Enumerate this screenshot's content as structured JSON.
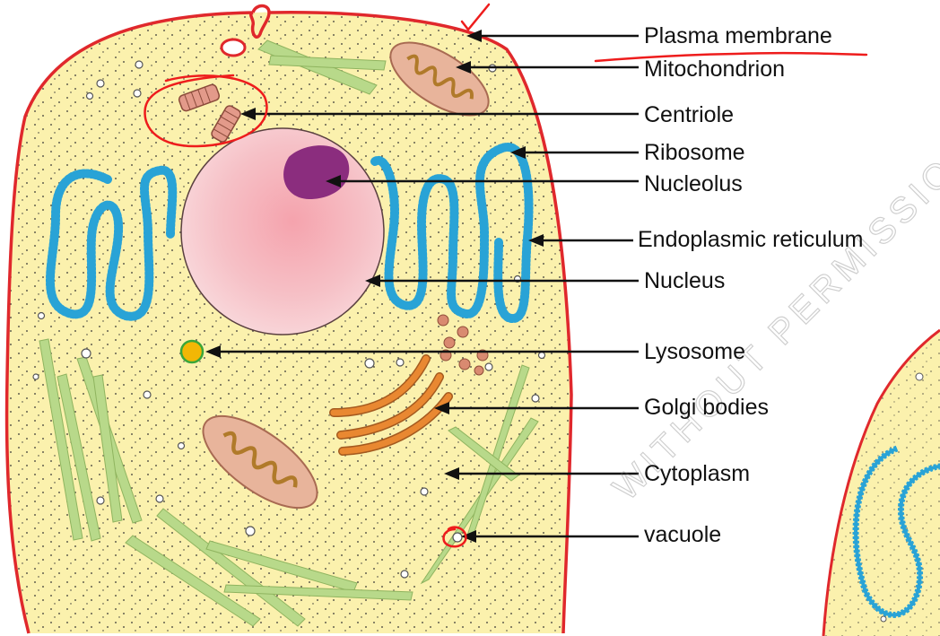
{
  "labels": {
    "plasma_membrane": "Plasma membrane",
    "mitochondrion": "Mitochondrion",
    "centriole": "Centriole",
    "ribosome": "Ribosome",
    "nucleolus": "Nucleolus",
    "endoplasmic_reticulum": "Endoplasmic reticulum",
    "nucleus": "Nucleus",
    "lysosome": "Lysosome",
    "golgi_bodies": "Golgi bodies",
    "cytoplasm": "Cytoplasm",
    "vacuole": "vacuole"
  },
  "colors": {
    "membrane": "#e0282c",
    "cytoplasm": "#fbf1ad",
    "nucleus": "#f5b8bf",
    "nucleolus": "#8b2d7e",
    "er": "#29a3d6",
    "golgi": "#e98831",
    "fibers": "#b8d98a",
    "mitochondrion": "#e8b49b",
    "lysosome": "#f2b705",
    "annotation": "#ee1c1c"
  }
}
